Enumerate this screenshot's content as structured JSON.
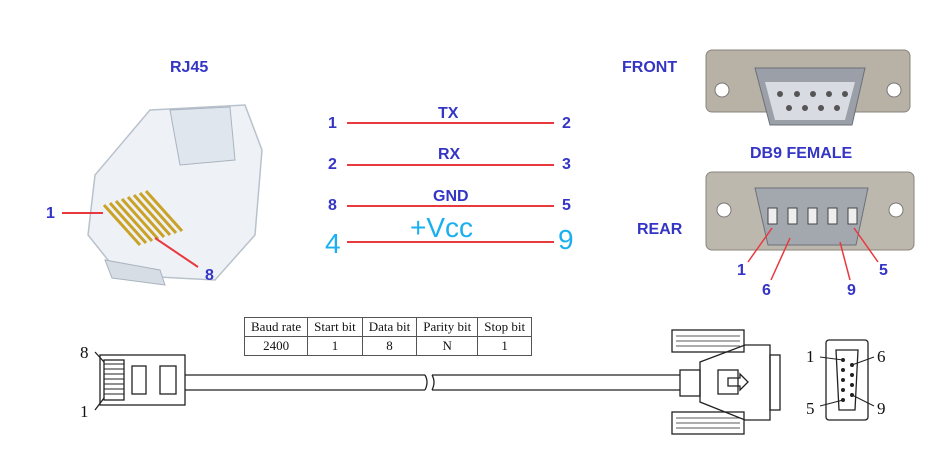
{
  "rj45": {
    "title": "RJ45",
    "pin_first": "1",
    "pin_last": "8"
  },
  "db9": {
    "front_label": "FRONT",
    "title": "DB9 FEMALE",
    "rear_label": "REAR",
    "rear_pins": [
      "1",
      "6",
      "9",
      "5"
    ]
  },
  "wiring": [
    {
      "left": "1",
      "signal": "TX",
      "right": "2"
    },
    {
      "left": "2",
      "signal": "RX",
      "right": "3"
    },
    {
      "left": "8",
      "signal": "GND",
      "right": "5"
    },
    {
      "left": "4",
      "signal": "+Vcc",
      "right": "9"
    }
  ],
  "table": {
    "headers": [
      "Baud rate",
      "Start bit",
      "Data bit",
      "Parity bit",
      "Stop bit"
    ],
    "values": [
      "2400",
      "1",
      "8",
      "N",
      "1"
    ]
  },
  "drawing": {
    "rj45_pin_top": "8",
    "rj45_pin_bottom": "1",
    "db9_pins": {
      "top_left": "1",
      "top_right": "6",
      "bottom_left": "5",
      "bottom_right": "9"
    }
  },
  "colors": {
    "label": "#3535c5",
    "wire": "#e8393f",
    "vcc": "#1ab0ef"
  }
}
